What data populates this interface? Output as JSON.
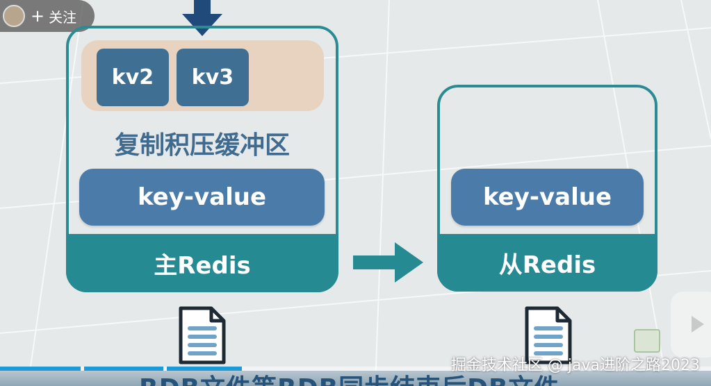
{
  "header": {
    "follow_label": "关注",
    "plus": "+"
  },
  "master": {
    "buffer_items": [
      "kv2",
      "kv3"
    ],
    "buffer_label": "复制积压缓冲区",
    "kv_label": "key-value",
    "base_label": "主Redis"
  },
  "slave": {
    "kv_label": "key-value",
    "base_label": "从Redis"
  },
  "caption": {
    "text": "RDB文件等RDB同步结束后DB文件"
  },
  "watermark": {
    "text": "掘金技术社区 @ java进阶之路2023"
  },
  "colors": {
    "teal": "#268a93",
    "navy_arrow": "#1f4a7a",
    "kv_blue": "#4a7ba9",
    "chip_blue": "#3f6f93",
    "buffer_beige": "#e7d3bf",
    "label_blue": "#3e6b8f"
  },
  "video": {
    "progress_segments": 3
  }
}
